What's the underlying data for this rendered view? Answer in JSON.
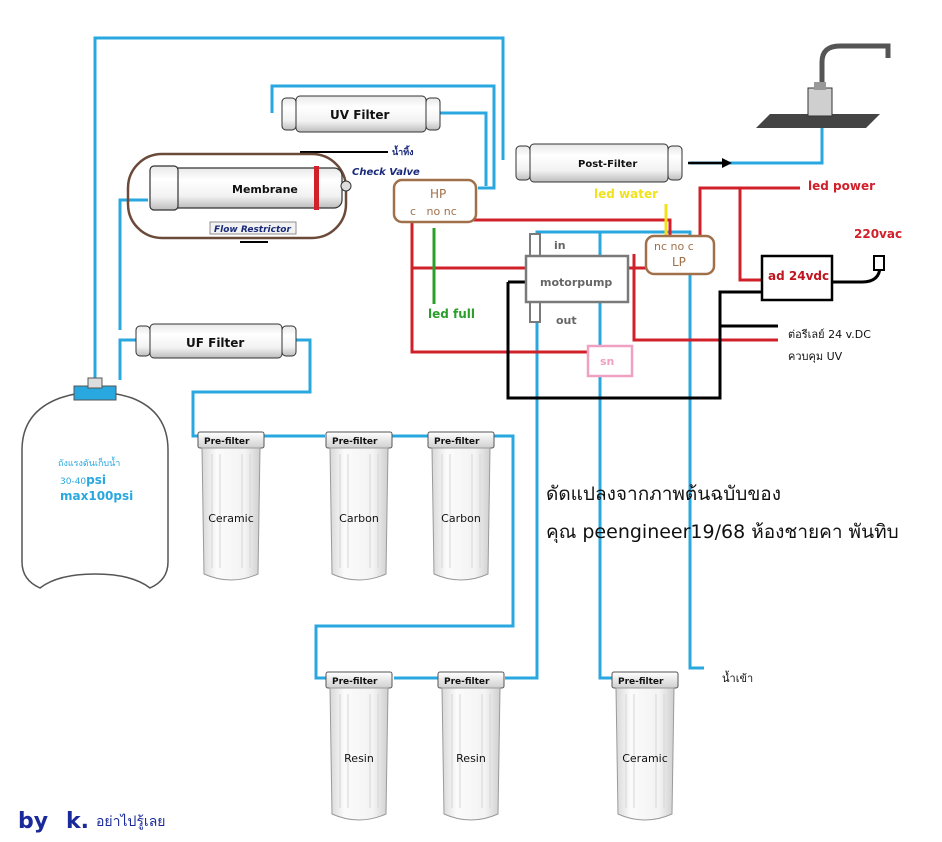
{
  "components": {
    "uv_filter": "UV Filter",
    "post_filter": "Post-Filter",
    "membrane": "Membrane",
    "check_valve": "Check Valve",
    "flow_restrictor": "Flow Restrictor",
    "drain_label": "น้ำทิ้ง",
    "uf_filter": "UF Filter",
    "motorpump": "motorpump",
    "pump_in": "in",
    "pump_out": "out",
    "sensor": "sn",
    "ad_24vdc": "ad 24vdc"
  },
  "switches": {
    "hp": {
      "title": "HP",
      "contacts": "c   no nc"
    },
    "lp": {
      "title": "LP",
      "contacts": "nc no c"
    }
  },
  "labels": {
    "led_water": "led water",
    "led_power": "led power",
    "led_full": "led full",
    "vac": "220vac",
    "relay_line1": "ต่อรีเลย์ 24 v.DC",
    "relay_line2": "ควบคุม UV",
    "water_inlet": "น้ำเข้า"
  },
  "tank": {
    "line1": "ถังแรงดันเก็บน้ำ",
    "line2_prefix": "30-40",
    "line2_unit": "psi",
    "line3": "max100psi"
  },
  "cartridges": {
    "cap_label": "Pre-filter",
    "row1": [
      "Ceramic",
      "Carbon",
      "Carbon"
    ],
    "row2": [
      "Resin",
      "Resin",
      "Ceramic"
    ]
  },
  "credit": {
    "line1": "ดัดแปลงจากภาพต้นฉบับของ",
    "line2": "คุณ peengineer19/68 ห้องชายคา พันทิบ"
  },
  "signature": {
    "by": "by",
    "k": "k.",
    "rest": "อย่าไปรู้เลย"
  },
  "colors": {
    "water_line": "#29a8e0",
    "power_line": "#d0202a",
    "ground_line": "#000000",
    "led_full_line": "#2aa02a",
    "led_water_line": "#f2e21a",
    "switch_box": "#a0704a",
    "pump_box": "#7a7a7a",
    "sensor_box": "#f0a0c0"
  }
}
